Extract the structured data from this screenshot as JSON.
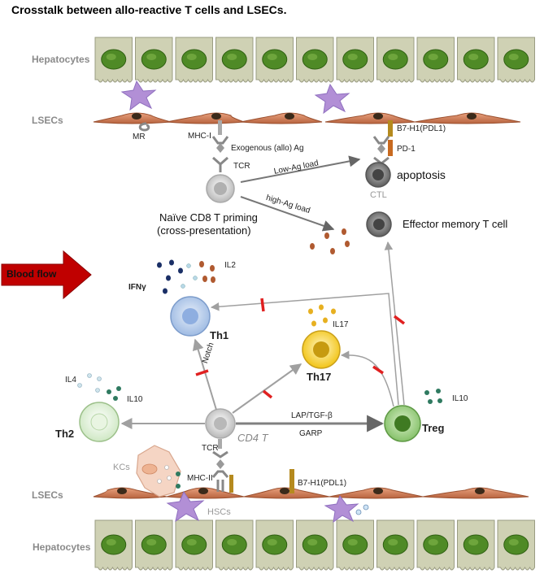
{
  "title": "Crosstalk between allo-reactive T cells and LSECs.",
  "labels": {
    "hepatocytes_top": "Hepatocytes",
    "hepatocytes_bottom": "Hepatocytes",
    "lsecs_top": "LSECs",
    "lsecs_bottom": "LSECs",
    "mr": "MR",
    "mhc1": "MHC-I",
    "exogenous": "Exogenous (allo) Ag",
    "tcr_top": "TCR",
    "low_ag": "Low-Ag load",
    "high_ag": "high-Ag load",
    "b7_top": "B7-H1(PDL1)",
    "pd1": "PD-1",
    "apoptosis": "apoptosis",
    "ctl": "CTL",
    "naive_line1": "Naïve CD8 T priming",
    "naive_line2": "(cross-presentation)",
    "effector": "Effector memory T cell",
    "blood_flow": "Blood flow",
    "ifng": "IFNγ",
    "il2": "IL2",
    "th1": "Th1",
    "il17": "IL17",
    "th17": "Th17",
    "notch": "Notch",
    "il4": "IL4",
    "il10_left": "IL10",
    "th2": "Th2",
    "cd4": "CD4 T",
    "lap": "LAP/TGF-β",
    "garp": "GARP",
    "treg": "Treg",
    "il10_right": "IL10",
    "tcr_bottom": "TCR",
    "kcs": "KCs",
    "mhc2": "MHC-II",
    "b7_bottom": "B7-H1(PDL1)",
    "hscs": "HSCs"
  },
  "colors": {
    "hepatocyte_fill": "#cfd1b4",
    "hepatocyte_nucleus": "#4f8a26",
    "lsec": "#c47a5c",
    "star": "#b28fd6",
    "arrow": "#a6a6a6",
    "inhibit": "#e02020",
    "blood_arrow": "#c00000"
  }
}
